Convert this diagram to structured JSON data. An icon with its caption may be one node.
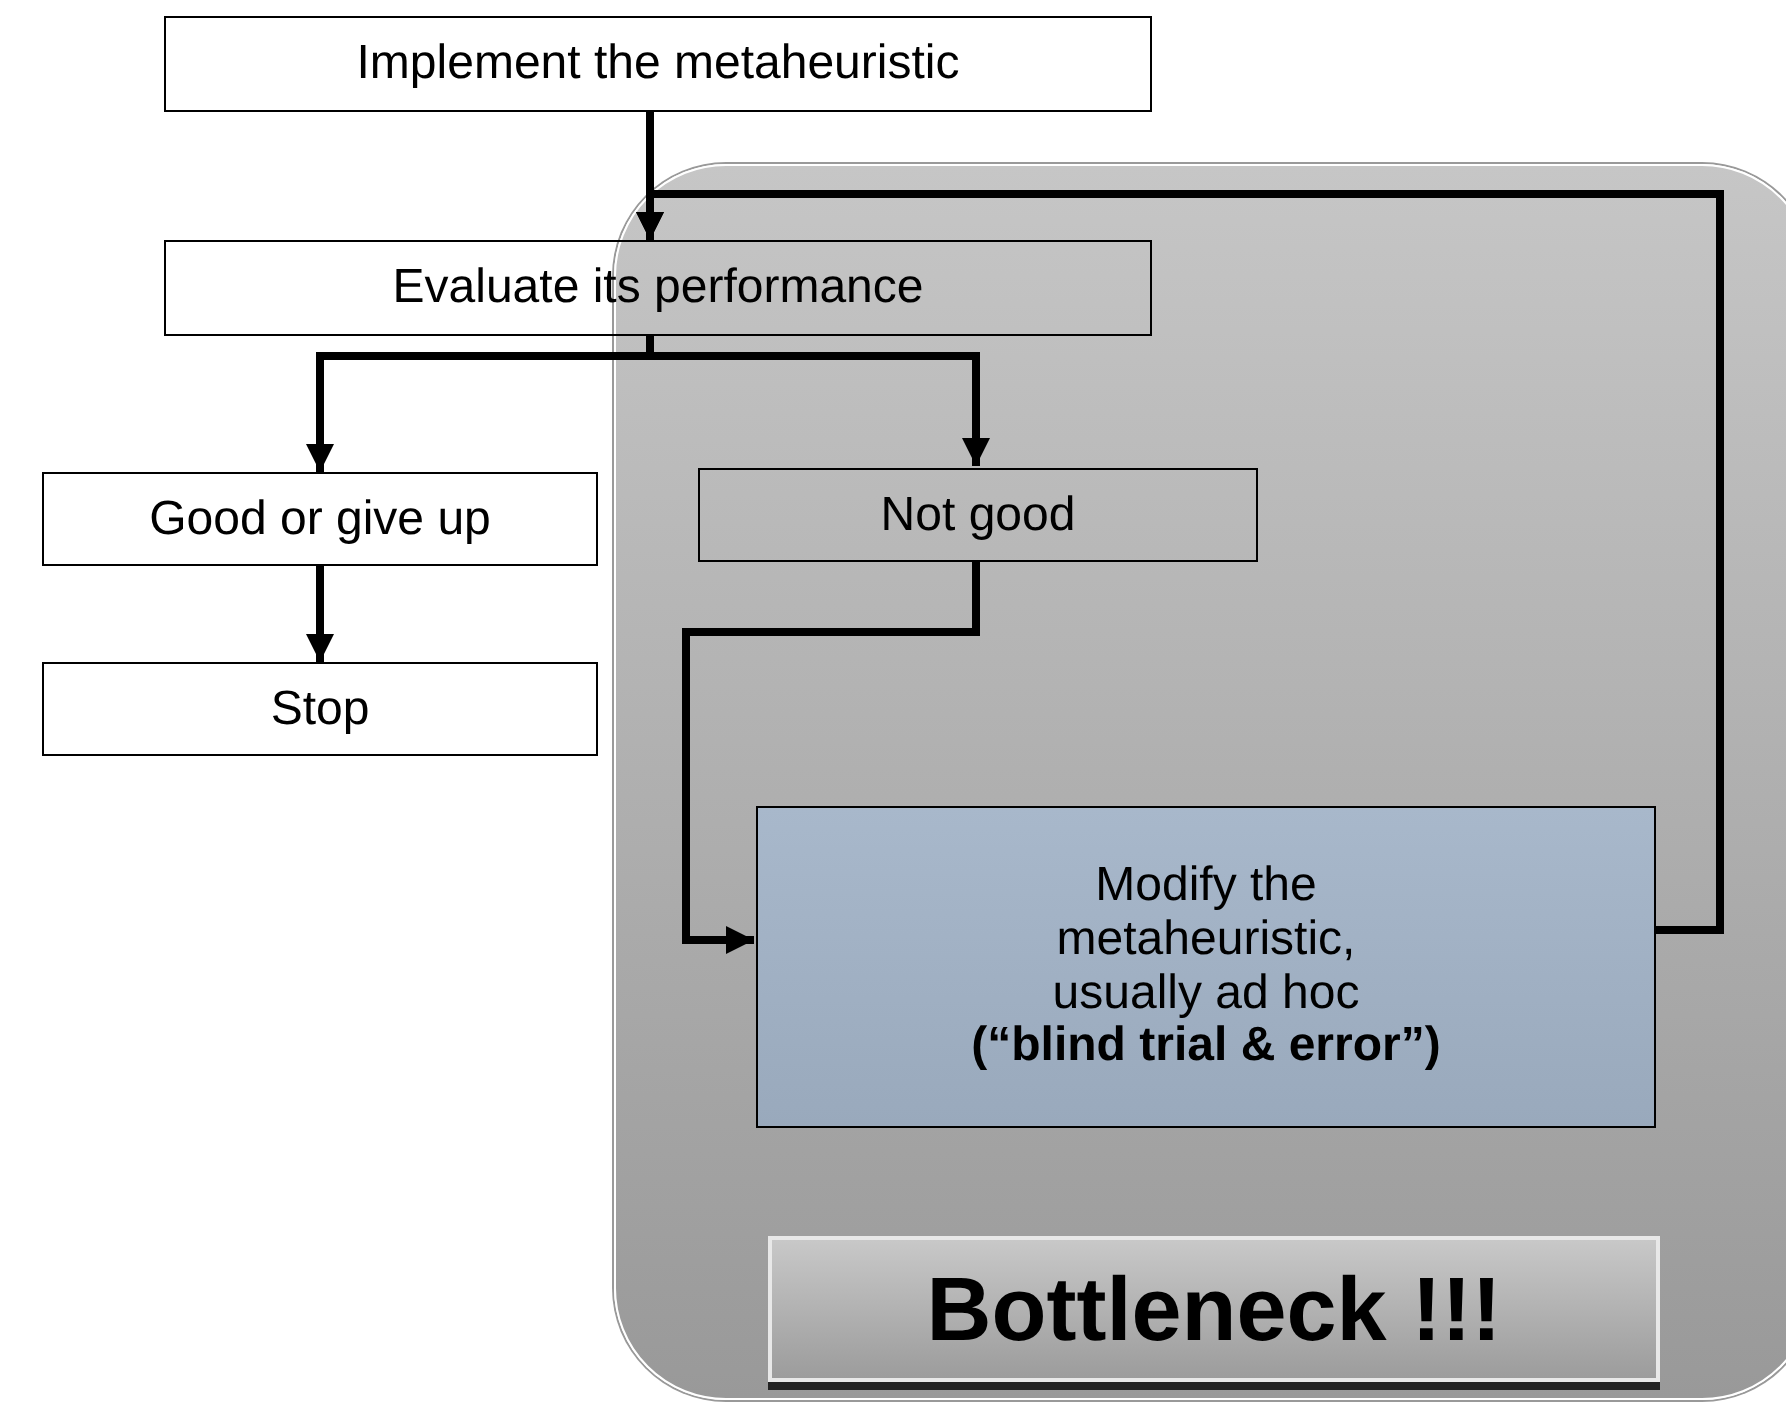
{
  "diagram": {
    "nodes": [
      {
        "text": [
          "Implement the metaheuristic"
        ]
      },
      {
        "text": [
          "Evaluate its performance"
        ]
      },
      {
        "text": [],
        "shape": "box"
      },
      {
        "text": [
          "Good or give up"
        ]
      },
      {
        "text": [
          "Not good"
        ],
        "in": 2
      },
      {
        "text": [
          "Stop"
        ]
      },
      {
        "text": [
          "Modify the metaheuristic, usually ad hoc **(“blind trial & error”)**"
        ],
        "in": 2
      },
      {
        "text": [
          "Bottleneck !!!"
        ],
        "in": 2
      }
    ],
    "edges": [
      {
        "from": 0,
        "to": 1,
        "arrow": "to"
      },
      {
        "from": 6,
        "to": 1,
        "arrow": "to"
      },
      {
        "from": 1,
        "to": 3,
        "arrow": "to"
      },
      {
        "from": 1,
        "to": 4,
        "arrow": "to"
      },
      {
        "from": 3,
        "to": 5,
        "arrow": "to"
      },
      {
        "from": 4,
        "to": 6,
        "arrow": "to"
      }
    ]
  }
}
